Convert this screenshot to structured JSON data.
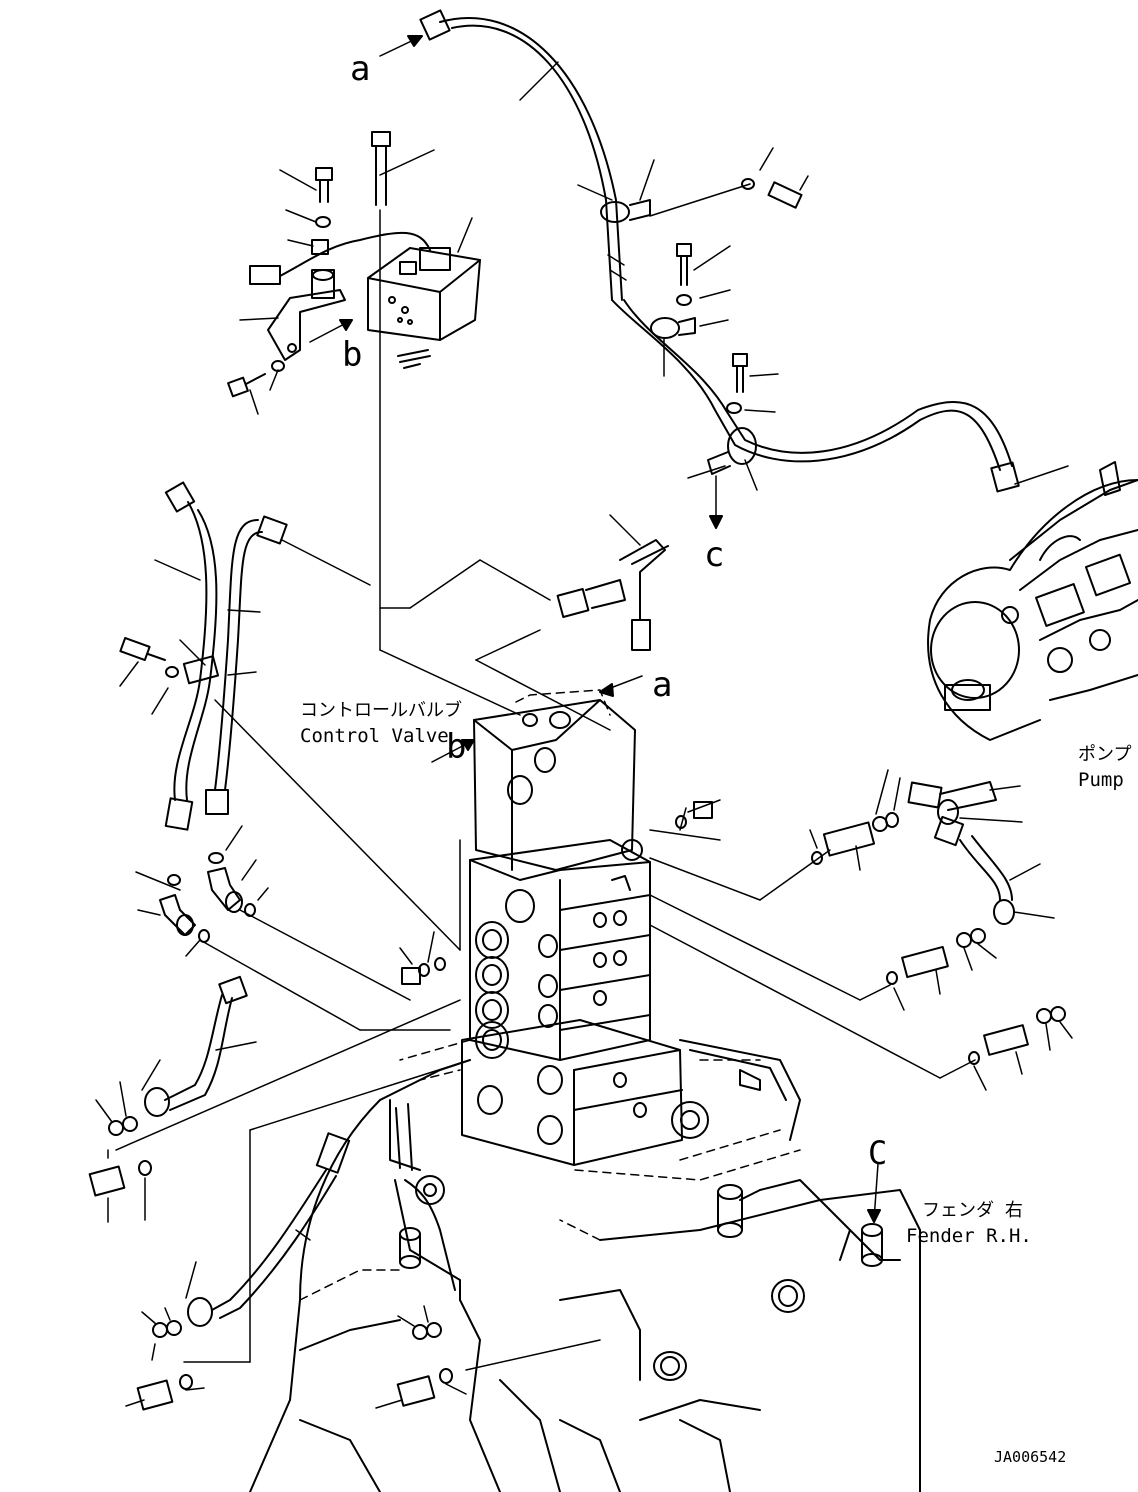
{
  "drawing_id": "JA006542",
  "callouts": {
    "a_top": "a",
    "a_valve": "a",
    "b_bracket": "b",
    "b_valve": "b",
    "c_clamp": "c",
    "c_fender": "C"
  },
  "parts": {
    "control_valve_jp": "コントロールバルブ",
    "control_valve_en": "Control Valve",
    "pump_jp": "ポンプ",
    "pump_en": "Pump",
    "fender_jp": "フェンダ 右",
    "fender_en": "Fender R.H."
  },
  "colors": {
    "line": "#000000",
    "background": "#ffffff"
  }
}
